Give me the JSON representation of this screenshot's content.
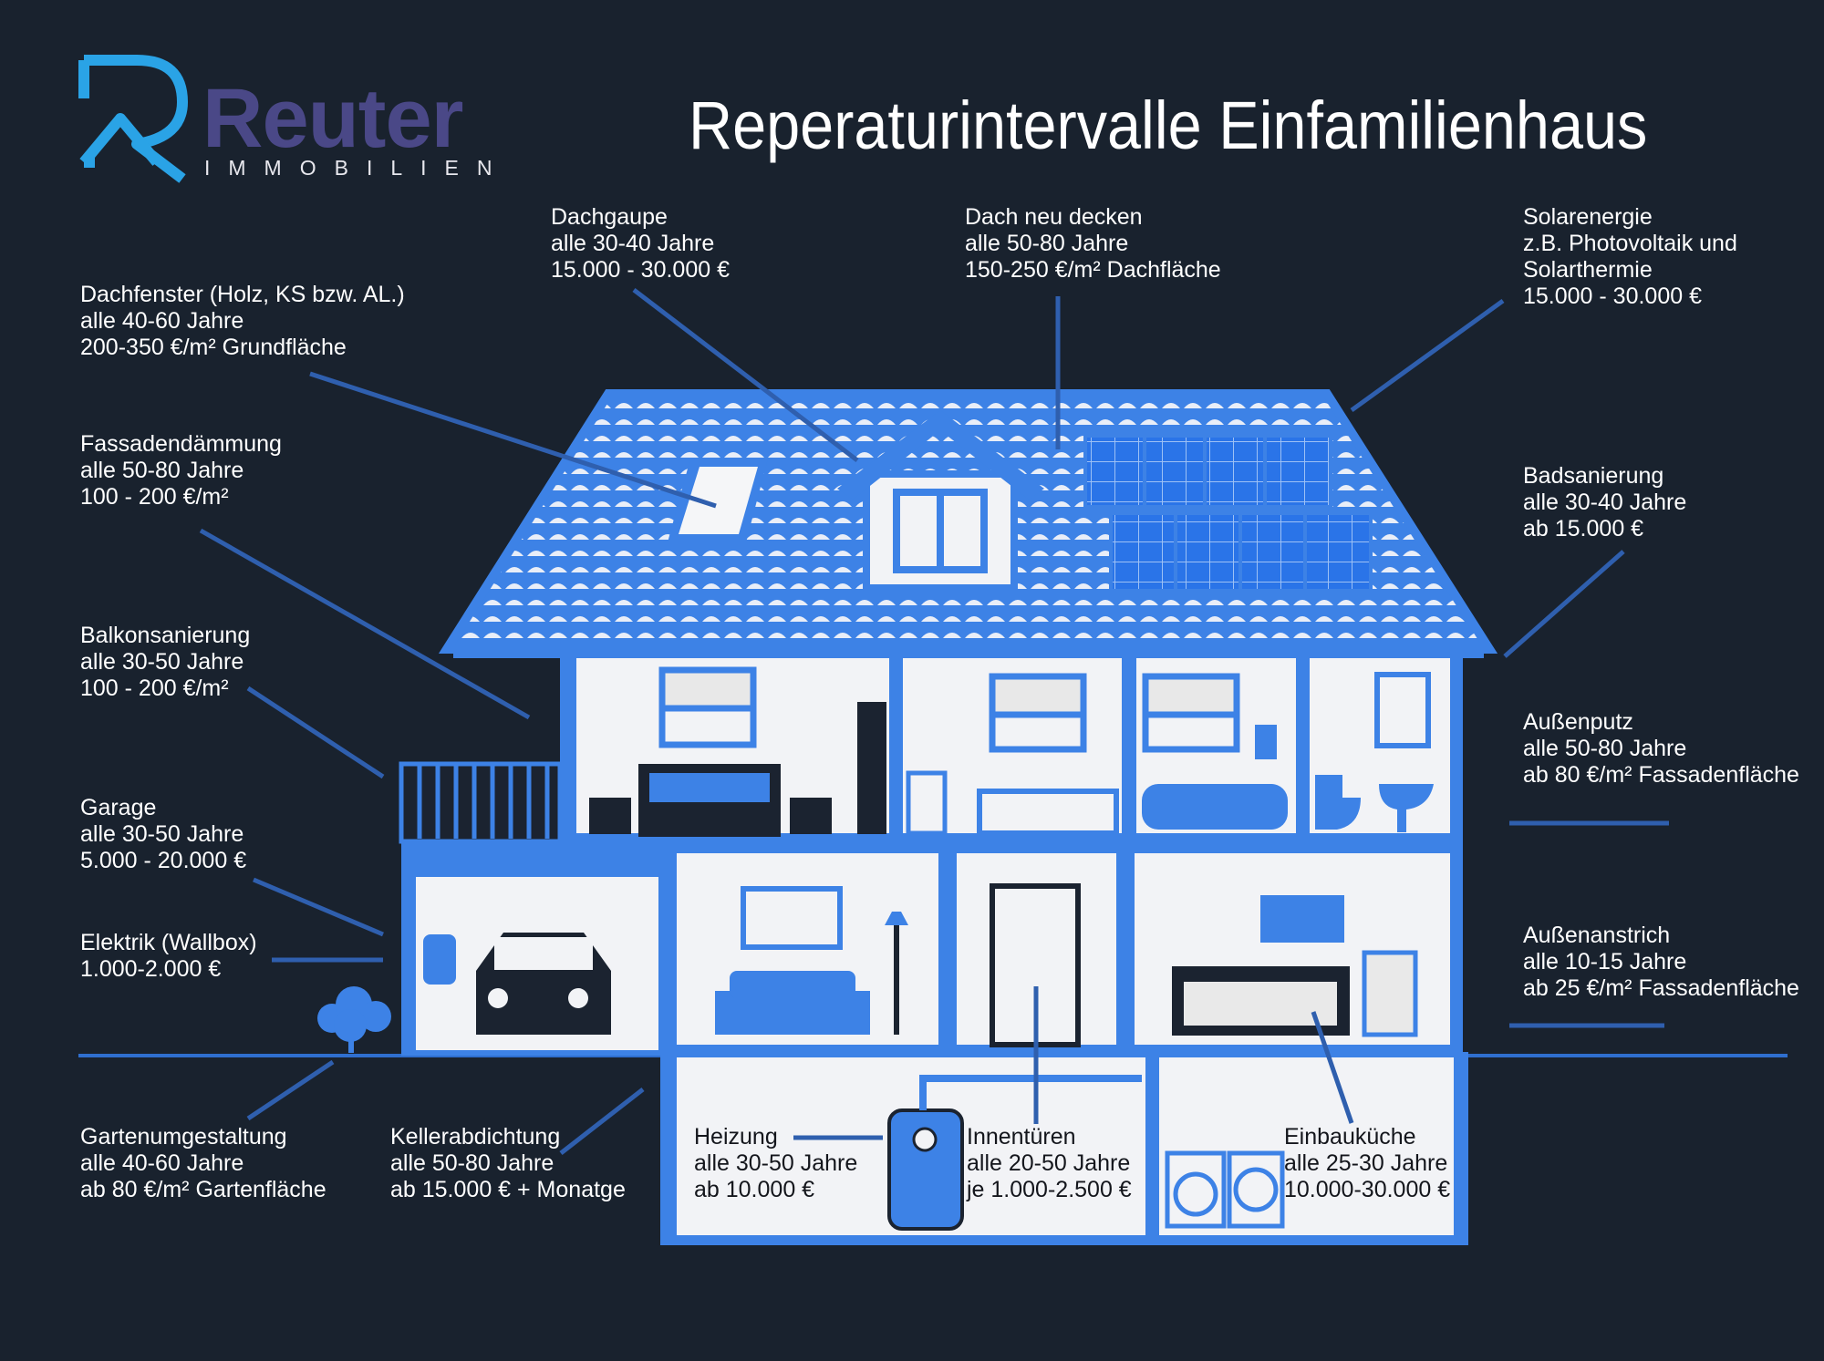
{
  "brand": {
    "name": "Reuter",
    "sub": "IMMOBILIEN"
  },
  "title": "Reperaturintervalle Einfamilienhaus",
  "labels": {
    "dachgaupe": [
      "Dachgaupe",
      "alle 30-40 Jahre",
      "15.000 - 30.000 €"
    ],
    "dach": [
      "Dach neu decken",
      "alle 50-80 Jahre",
      "150-250 €/m² Dachfläche"
    ],
    "solar": [
      "Solarenergie",
      "z.B. Photovoltaik und",
      "Solarthermie",
      "15.000 - 30.000 €"
    ],
    "dachfenster": [
      "Dachfenster (Holz, KS bzw. AL.)",
      "alle 40-60 Jahre",
      "200-350 €/m² Grundfläche"
    ],
    "fassade": [
      "Fassadendämmung",
      "alle 50-80 Jahre",
      "100 - 200 €/m²"
    ],
    "bad": [
      "Badsanierung",
      "alle 30-40 Jahre",
      "ab 15.000 €"
    ],
    "balkon": [
      "Balkonsanierung",
      "alle 30-50 Jahre",
      "100 - 200 €/m²"
    ],
    "aussenputz": [
      "Außenputz",
      "alle 50-80 Jahre",
      "ab 80 €/m² Fassadenfläche"
    ],
    "garage": [
      "Garage",
      "alle 30-50 Jahre",
      "5.000 - 20.000 €"
    ],
    "elektrik": [
      "Elektrik (Wallbox)",
      "1.000-2.000 €"
    ],
    "anstrich": [
      "Außenanstrich",
      "alle 10-15 Jahre",
      "ab 25 €/m² Fassadenfläche"
    ],
    "garten": [
      "Gartenumgestaltung",
      "alle 40-60 Jahre",
      "ab 80 €/m² Gartenfläche"
    ],
    "keller": [
      "Kellerabdichtung",
      "alle 50-80 Jahre",
      "ab 15.000 € + Monatge"
    ],
    "heizung": [
      "Heizung",
      "alle 30-50 Jahre",
      "ab 10.000 €"
    ],
    "tueren": [
      "Innentüren",
      "alle 20-50 Jahre",
      "je 1.000-2.500 €"
    ],
    "kueche": [
      "Einbauküche",
      "alle 25-30 Jahre",
      "10.000-30.000 €"
    ]
  },
  "colors": {
    "background": "#19222e",
    "accent": "#3d82e6",
    "wall": "#f2f3f6",
    "line": "#2f5fae"
  }
}
